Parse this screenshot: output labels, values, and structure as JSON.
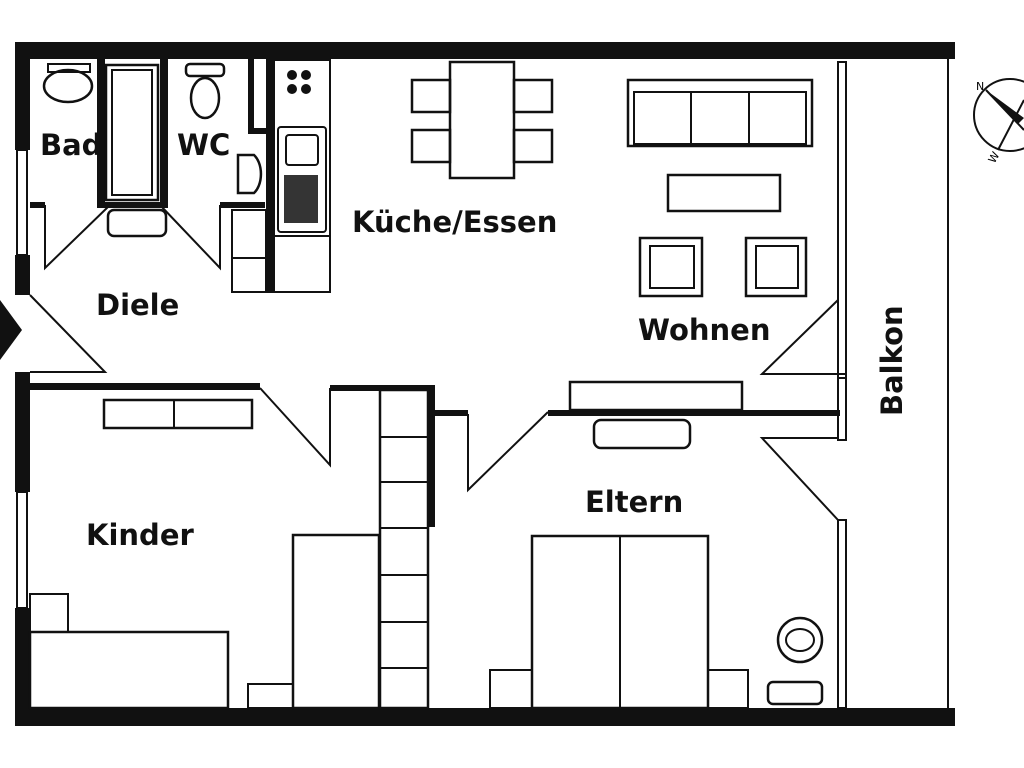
{
  "plan": {
    "rooms": {
      "bad": "Bad",
      "wc": "WC",
      "kueche": "Küche/Essen",
      "diele": "Diele",
      "wohnen": "Wohnen",
      "balkon": "Balkon",
      "kinder": "Kinder",
      "eltern": "Eltern"
    },
    "compass": {
      "north": "N",
      "west": "W"
    }
  }
}
